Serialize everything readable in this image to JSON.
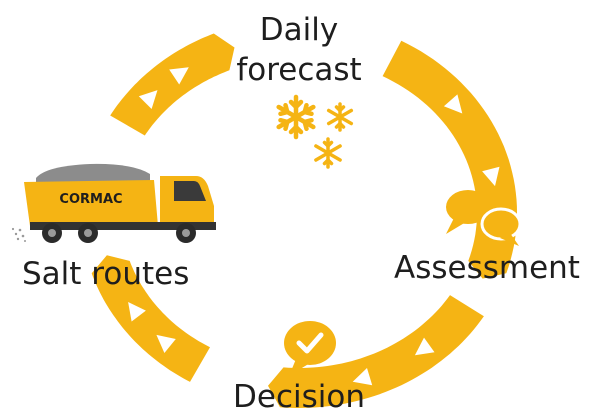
{
  "diagram": {
    "colors": {
      "accent": "#f5b414",
      "text": "#1e1e1e",
      "background": "#ffffff"
    },
    "stages": [
      {
        "label_lines": [
          "Daily",
          "forecast"
        ],
        "icon": "snowflake-icon"
      },
      {
        "label": "Assessment",
        "icon": "speech-bubbles-icon"
      },
      {
        "label": "Decision",
        "icon": "checkmark-bubble-icon"
      },
      {
        "label": "Salt routes",
        "icon": "gritter-truck-icon"
      }
    ],
    "truck_text": "CORMAC",
    "connector_icon": "play-triangle-icon"
  }
}
